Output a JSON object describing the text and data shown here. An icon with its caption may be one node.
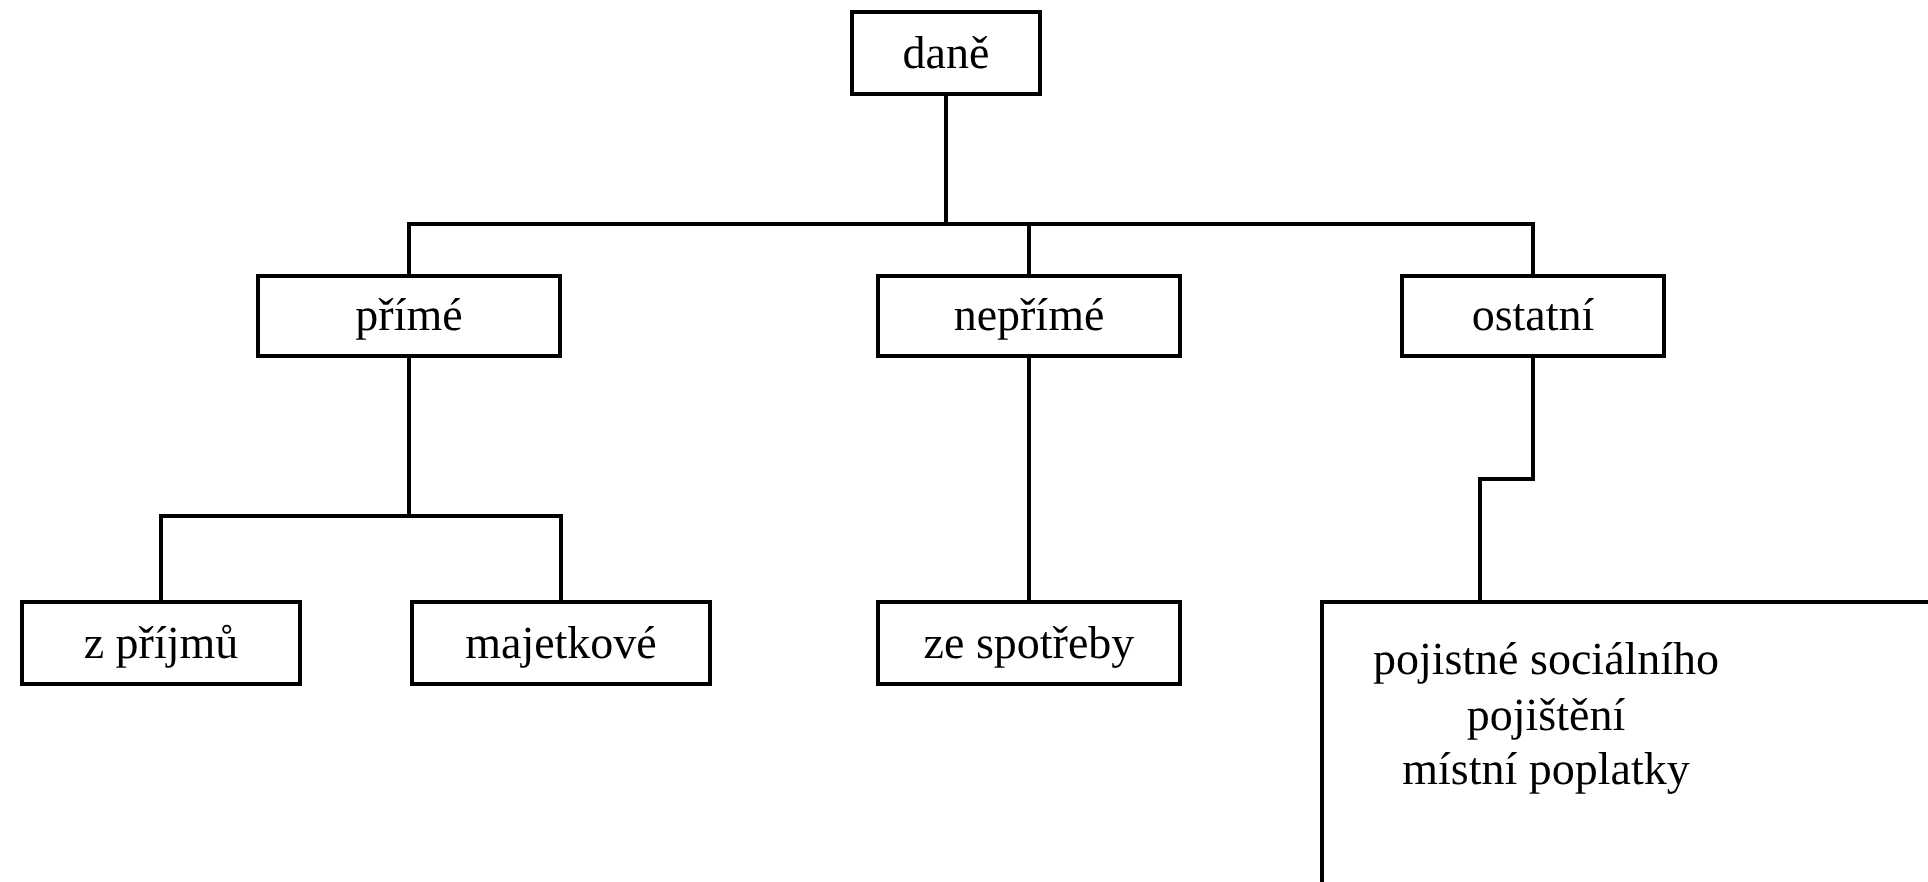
{
  "diagram": {
    "nodes": [
      {
        "text": [
          "daně"
        ]
      },
      {
        "text": [
          "přímé"
        ]
      },
      {
        "text": [
          "nepřímé"
        ]
      },
      {
        "text": [
          "ostatní"
        ]
      },
      {
        "text": [
          "z příjmů"
        ]
      },
      {
        "text": [
          "majetkové"
        ]
      },
      {
        "text": [
          "ze spotřeby"
        ]
      },
      {
        "text": [
          "pojistné sociálního pojištění",
          "místní poplatky"
        ]
      }
    ],
    "edges": [
      {
        "from": 0,
        "to": 1,
        "arrow": "none"
      },
      {
        "from": 0,
        "to": 2,
        "arrow": "none"
      },
      {
        "from": 0,
        "to": 3,
        "arrow": "none"
      },
      {
        "from": 1,
        "to": 4,
        "arrow": "none"
      },
      {
        "from": 1,
        "to": 5,
        "arrow": "none"
      },
      {
        "from": 2,
        "to": 6,
        "arrow": "none"
      },
      {
        "from": 3,
        "to": 7,
        "arrow": "none"
      }
    ]
  }
}
